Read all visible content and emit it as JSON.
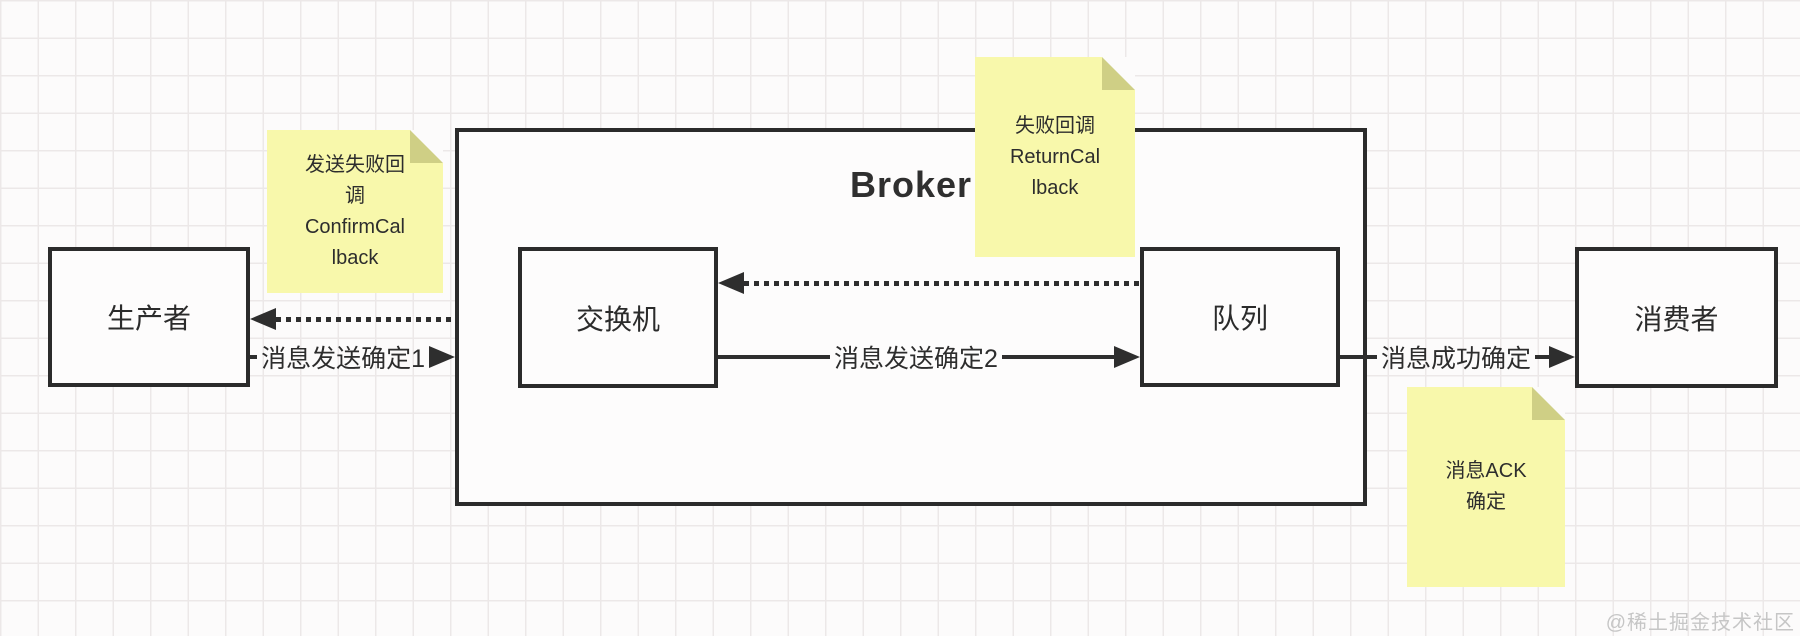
{
  "diagram": {
    "broker_title": "Broker",
    "nodes": [
      {
        "id": "producer",
        "label": "生产者"
      },
      {
        "id": "exchange",
        "label": "交换机"
      },
      {
        "id": "queue",
        "label": "队列"
      },
      {
        "id": "consumer",
        "label": "消费者"
      }
    ],
    "edges": [
      {
        "id": "send-confirm-1",
        "label": "消息发送确定1",
        "style": "solid",
        "direction": "right",
        "from": "producer",
        "to": "broker"
      },
      {
        "id": "send-confirm-2",
        "label": "消息发送确定2",
        "style": "solid",
        "direction": "right",
        "from": "exchange",
        "to": "queue"
      },
      {
        "id": "success-confirm",
        "label": "消息成功确定",
        "style": "solid",
        "direction": "right",
        "from": "queue",
        "to": "consumer"
      },
      {
        "id": "confirm-callback-return",
        "label": "",
        "style": "dotted",
        "direction": "left",
        "from": "broker",
        "to": "producer"
      },
      {
        "id": "return-callback-return",
        "label": "",
        "style": "dotted",
        "direction": "left",
        "from": "queue",
        "to": "exchange"
      }
    ],
    "notes": [
      {
        "id": "confirm-callback-note",
        "lines": [
          "发送失败回",
          "调",
          "ConfirmCal",
          "lback"
        ]
      },
      {
        "id": "return-callback-note",
        "lines": [
          "失败回调",
          "ReturnCal",
          "lback"
        ]
      },
      {
        "id": "message-ack-note",
        "lines": [
          "消息ACK",
          "确定"
        ]
      }
    ],
    "watermark": "@稀土掘金技术社区",
    "colors": {
      "note_fill": "#f8f8ab",
      "note_fold": "#cfcf85",
      "line": "#2e2e2e",
      "grid": "#ece8e8",
      "background": "#fcfbfb",
      "watermark": "#c6c6c6"
    }
  }
}
